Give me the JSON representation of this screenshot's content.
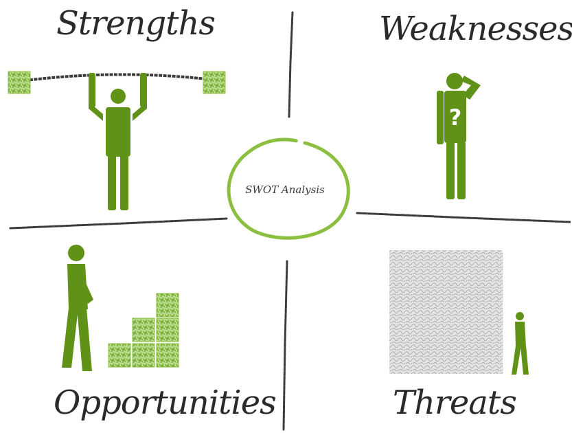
{
  "diagram": {
    "center_label": "SWOT Analysis",
    "quadrants": {
      "strengths": "Strengths",
      "weaknesses": "Weaknesses",
      "opportunities": "Opportunities",
      "threats": "Threats"
    },
    "question_mark": "?"
  },
  "colors": {
    "figure": "#5f9216",
    "texture_green": "#8cbf3f",
    "line": "#3c3c3c",
    "threat_block": "#cfcfcf"
  }
}
